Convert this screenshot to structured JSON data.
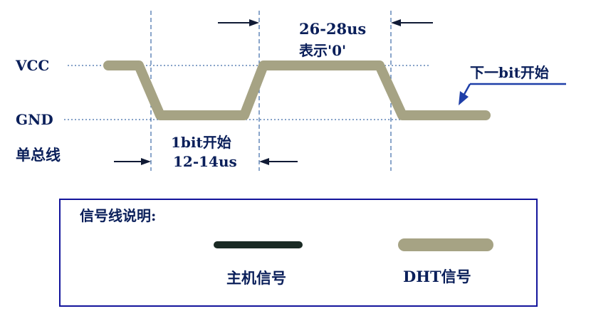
{
  "diagram": {
    "colors": {
      "dht_signal": "#a6a384",
      "host_signal": "#1a2a24",
      "dashed_line": "#3d6aa8",
      "arrow": "#101a35",
      "label_text": "#0a1f5a",
      "pointer_arrow": "#1f3fa8",
      "legend_border": "#13149b"
    },
    "level_labels": {
      "vcc": "VCC",
      "gnd": "GND"
    },
    "bus_label": "单总线",
    "bit_start": {
      "line1": "1bit开始",
      "line2": "12-14us"
    },
    "high_duration": {
      "line1": "26-28us",
      "line2": "表示'0'"
    },
    "next_bit": "下一bit开始",
    "legend": {
      "title": "信号线说明:",
      "host_label": "主机信号",
      "dht_label": "DHT信号"
    }
  }
}
